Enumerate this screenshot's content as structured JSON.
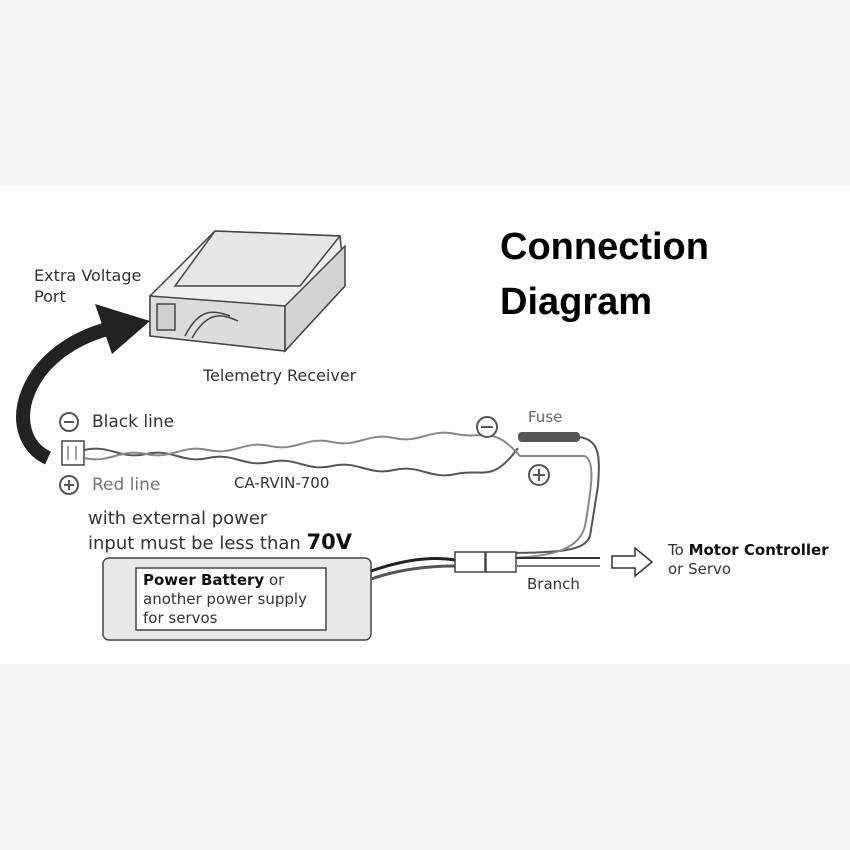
{
  "title": {
    "line1": "Connection",
    "line2": "Diagram"
  },
  "labels": {
    "extra_voltage_port_1": "Extra Voltage",
    "extra_voltage_port_2": "Port",
    "telemetry_receiver": "Telemetry Receiver",
    "black_line": "Black line",
    "red_line": "Red line",
    "cable": "CA-RVIN-700",
    "fuse": "Fuse",
    "external_power_1": "with external power",
    "external_power_2_prefix": "input must be less than ",
    "external_power_2_value": "70V",
    "battery_bold": "Power Battery",
    "battery_rest_1": " or",
    "battery_line_2": "another power supply",
    "battery_line_3": "for servos",
    "branch": "Branch",
    "motor_prefix": "To ",
    "motor_bold": "Motor Controller",
    "motor_line_2": "or Servo"
  }
}
